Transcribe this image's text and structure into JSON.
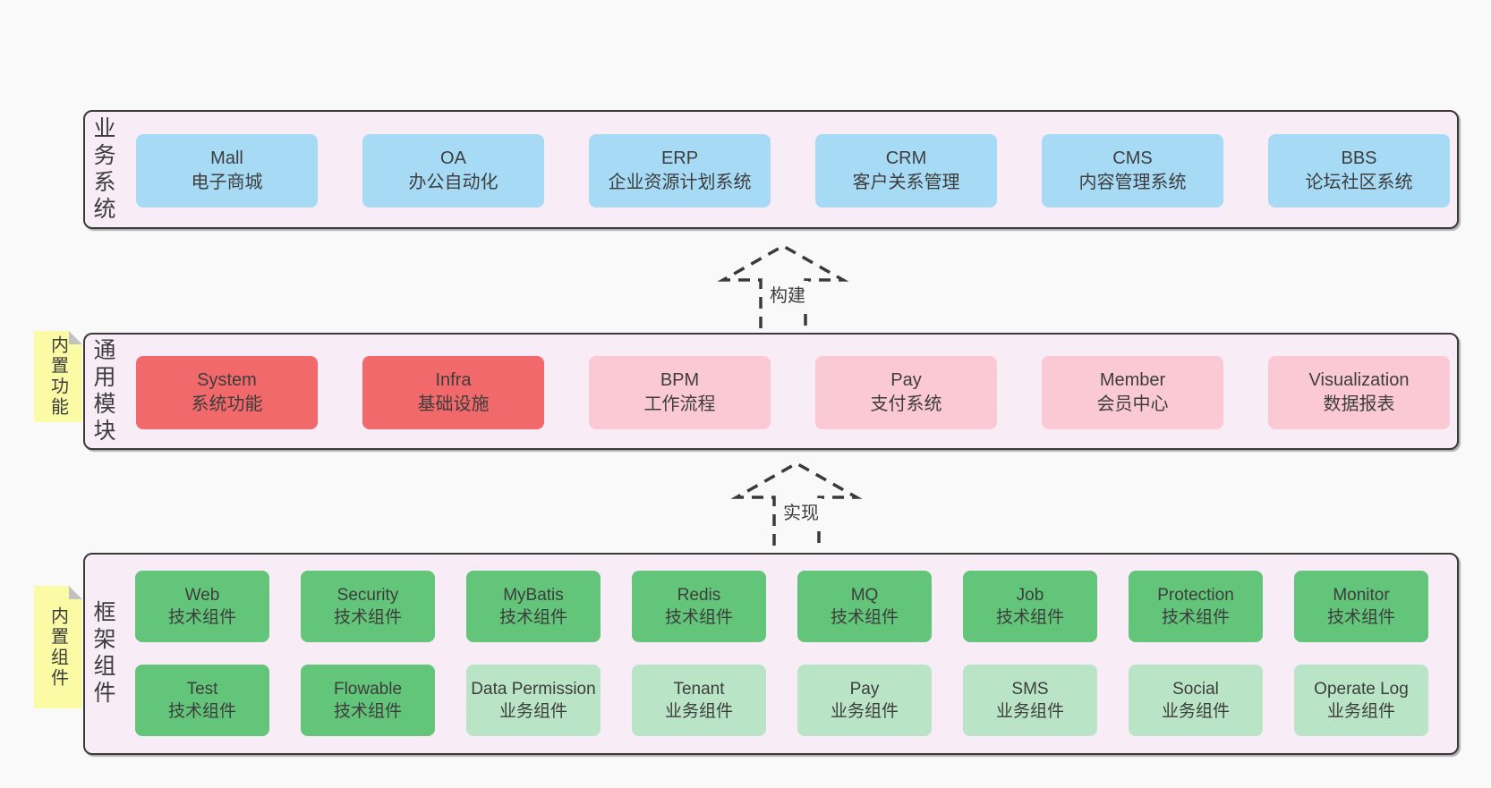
{
  "diagram": {
    "arrows": [
      {
        "label": "构建"
      },
      {
        "label": "实现"
      }
    ],
    "bands": [
      {
        "label": "业务系统",
        "boxes": [
          {
            "name": "Mall",
            "desc": "电子商城",
            "color": "blue"
          },
          {
            "name": "OA",
            "desc": "办公自动化",
            "color": "blue"
          },
          {
            "name": "ERP",
            "desc": "企业资源计划系统",
            "color": "blue"
          },
          {
            "name": "CRM",
            "desc": "客户关系管理",
            "color": "blue"
          },
          {
            "name": "CMS",
            "desc": "内容管理系统",
            "color": "blue"
          },
          {
            "name": "BBS",
            "desc": "论坛社区系统",
            "color": "blue"
          }
        ]
      },
      {
        "sticky": "内置功能",
        "label": "通用模块",
        "boxes": [
          {
            "name": "System",
            "desc": "系统功能",
            "color": "red"
          },
          {
            "name": "Infra",
            "desc": "基础设施",
            "color": "red"
          },
          {
            "name": "BPM",
            "desc": "工作流程",
            "color": "pink"
          },
          {
            "name": "Pay",
            "desc": "支付系统",
            "color": "pink"
          },
          {
            "name": "Member",
            "desc": "会员中心",
            "color": "pink"
          },
          {
            "name": "Visualization",
            "desc": "数据报表",
            "color": "pink"
          }
        ]
      },
      {
        "sticky": "内置组件",
        "label": "框架组件",
        "rows": [
          [
            {
              "name": "Web",
              "desc": "技术组件",
              "color": "green"
            },
            {
              "name": "Security",
              "desc": "技术组件",
              "color": "green"
            },
            {
              "name": "MyBatis",
              "desc": "技术组件",
              "color": "green"
            },
            {
              "name": "Redis",
              "desc": "技术组件",
              "color": "green"
            },
            {
              "name": "MQ",
              "desc": "技术组件",
              "color": "green"
            },
            {
              "name": "Job",
              "desc": "技术组件",
              "color": "green"
            },
            {
              "name": "Protection",
              "desc": "技术组件",
              "color": "green"
            },
            {
              "name": "Monitor",
              "desc": "技术组件",
              "color": "green"
            }
          ],
          [
            {
              "name": "Test",
              "desc": "技术组件",
              "color": "green"
            },
            {
              "name": "Flowable",
              "desc": "技术组件",
              "color": "green"
            },
            {
              "name": "Data Permission",
              "desc": "业务组件",
              "color": "lightgreen"
            },
            {
              "name": "Tenant",
              "desc": "业务组件",
              "color": "lightgreen"
            },
            {
              "name": "Pay",
              "desc": "业务组件",
              "color": "lightgreen"
            },
            {
              "name": "SMS",
              "desc": "业务组件",
              "color": "lightgreen"
            },
            {
              "name": "Social",
              "desc": "业务组件",
              "color": "lightgreen"
            },
            {
              "name": "Operate Log",
              "desc": "业务组件",
              "color": "lightgreen"
            }
          ]
        ]
      }
    ]
  },
  "colors": {
    "page_bg": "#f9f9f9",
    "band_bg": "#f8edf6",
    "band_border": "#3a3a3a",
    "blue": "#a7dbf5",
    "red": "#f1696b",
    "pink": "#fbc9d4",
    "green": "#63c579",
    "lightgreen": "#b9e5c6",
    "sticky_yellow": "#fbfba6",
    "sticky_fold": "#c2c2c2",
    "text": "#3d3d3d"
  }
}
